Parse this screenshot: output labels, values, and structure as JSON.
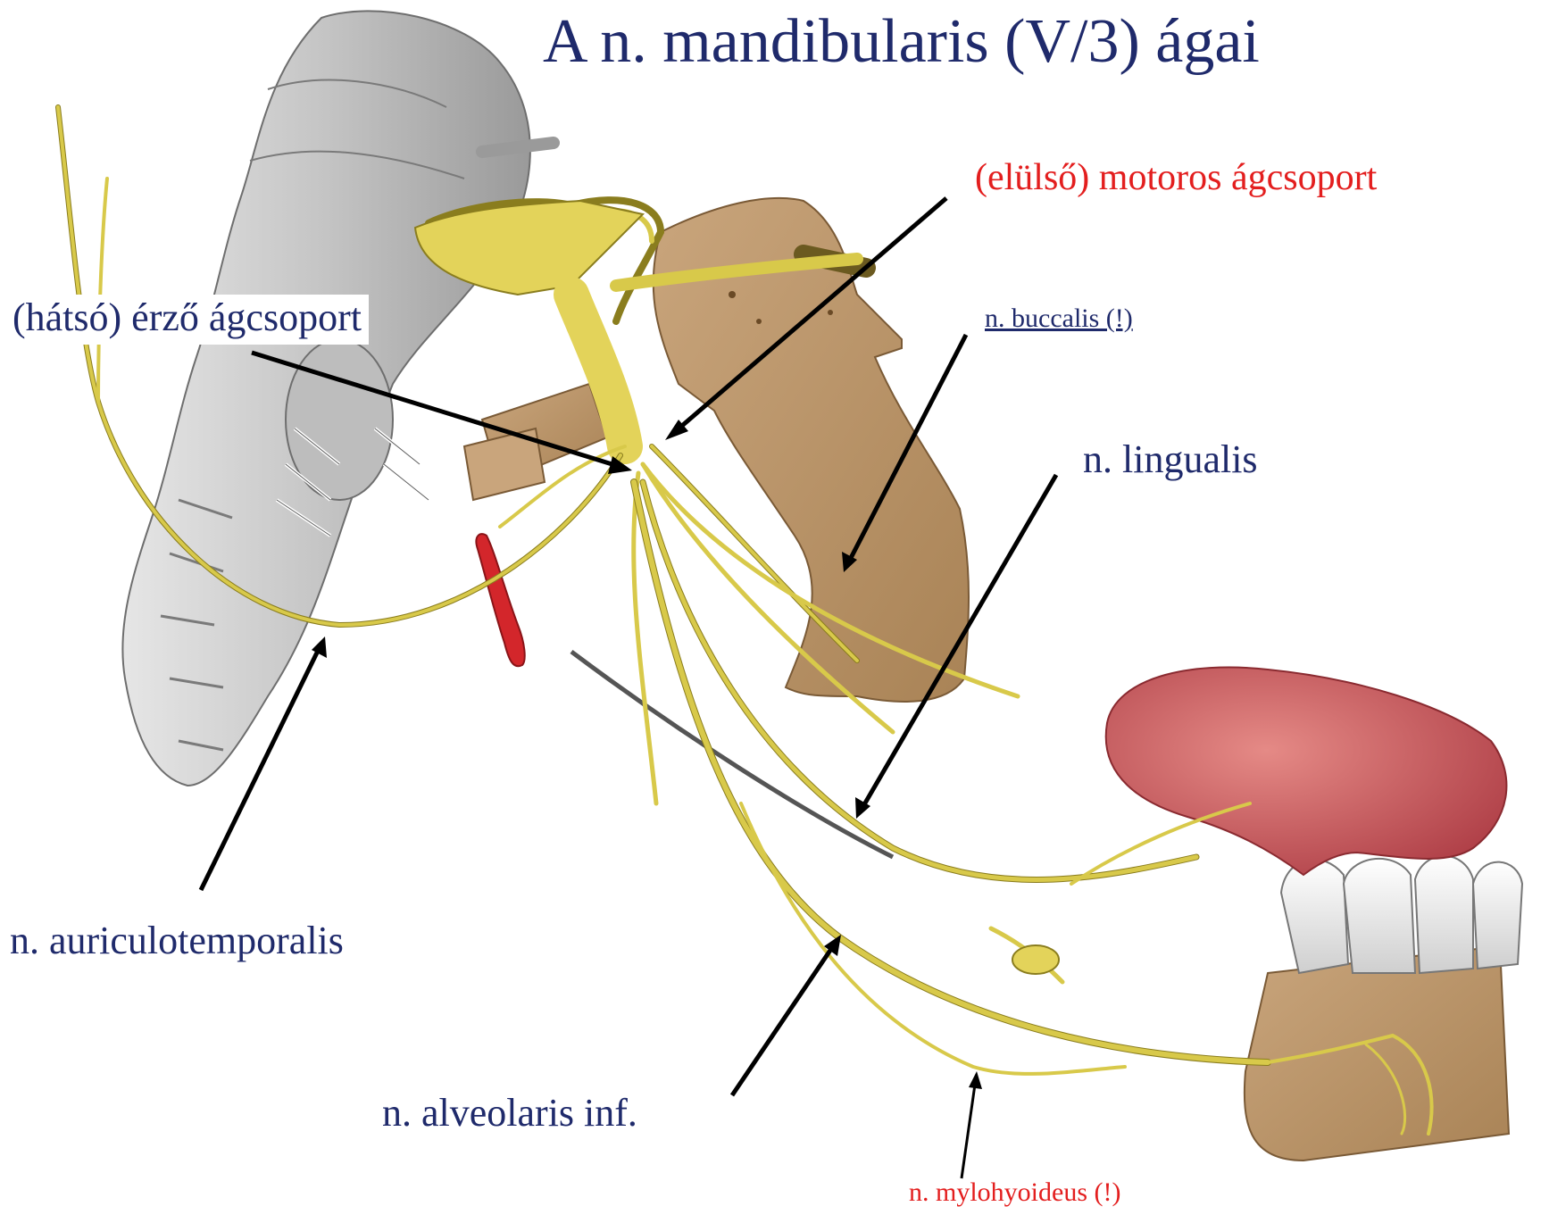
{
  "title": "A n. mandibularis (V/3) ágai",
  "labels": {
    "motor_group": "(elülső) motoros ágcsoport",
    "sensory_group": "(hátsó) érző ágcsoport",
    "buccalis": "n. buccalis (!)",
    "lingualis": "n. lingualis",
    "auriculotemporalis": "n. auriculotemporalis",
    "alveolaris": "n. alveolaris inf.",
    "mylohyoideus": "n. mylohyoideus (!)"
  },
  "colors": {
    "title_text": "#1f2a6b",
    "label_navy": "#1f2a6b",
    "label_red": "#e31e1e",
    "nerve": "#d8c94a",
    "nerve_outline": "#8a7d1e",
    "bone": "#b8936a",
    "tongue": "#c95a5e",
    "artery": "#d3262b",
    "brainstem": "#c8c8c8",
    "arrow": "#000000"
  }
}
